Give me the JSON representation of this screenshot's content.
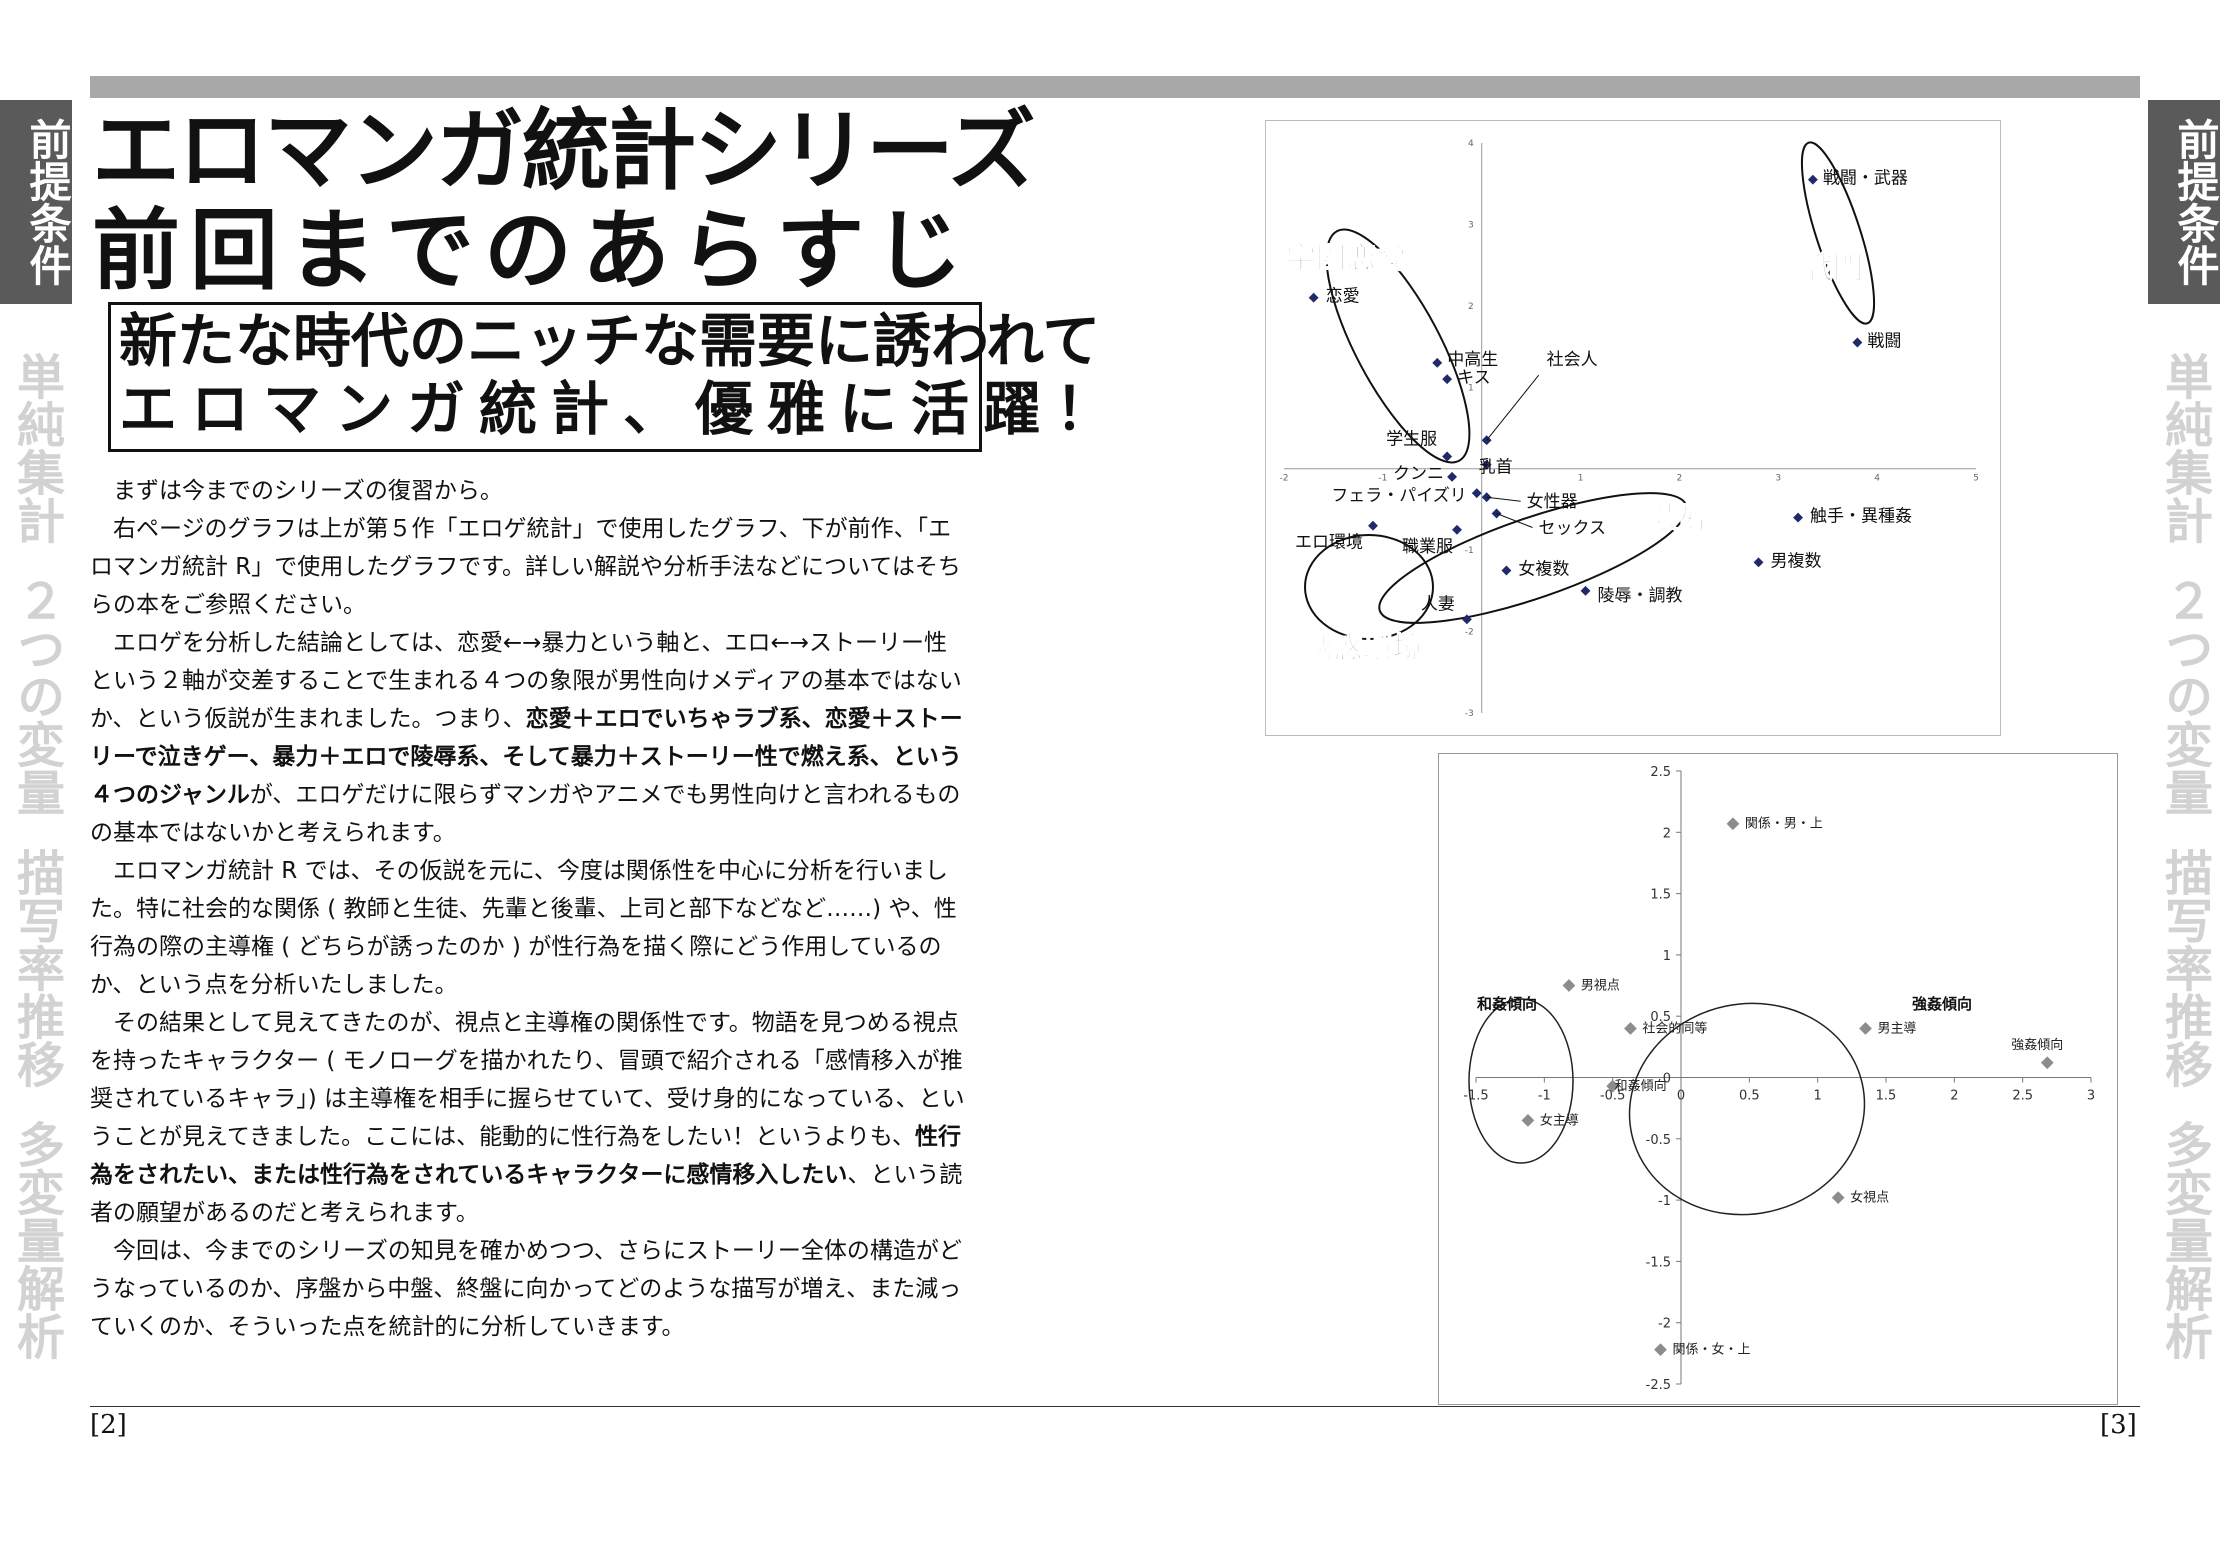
{
  "side_left": {
    "tab": "前提条件",
    "faded": [
      "単純集計",
      "２つの変量",
      "描写率推移",
      "多変量解析"
    ]
  },
  "side_right": {
    "tab": "前提条件",
    "faded": [
      "単純集計",
      "２つの変量",
      "描写率推移",
      "多変量解析"
    ]
  },
  "title": {
    "line1": "エロマンガ統計シリーズ",
    "line2": "前回までのあらすじ"
  },
  "subtitle": {
    "line1": "新たな時代のニッチな需要に誘われて",
    "line2": "エロマンガ統計、優雅に活躍！"
  },
  "body": {
    "p1": "まずは今までのシリーズの復習から。",
    "p2": "右ページのグラフは上が第５作「エロゲ統計」で使用したグラフ、下が前作、「エロマンガ統計 R」で使用したグラフです。詳しい解説や分析手法などについてはそちらの本をご参照ください。",
    "p3a": "エロゲを分析した結論としては、恋愛←→暴力という軸と、エロ←→ストーリー性という２軸が交差することで生まれる４つの象限が男性向けメディアの基本ではないか、という仮説が生まれました。つまり、",
    "p3b": "恋愛＋エロでいちゃラブ系、恋愛＋ストーリーで泣きゲー、暴力＋エロで陵辱系、そして暴力＋ストーリー性で燃え系、という４つのジャンル",
    "p3c": "が、エロゲだけに限らずマンガやアニメでも男性向けと言われるものの基本ではないかと考えられます。",
    "p4": "エロマンガ統計 R では、その仮説を元に、今度は関係性を中心に分析を行いました。特に社会的な関係 ( 教師と生徒、先輩と後輩、上司と部下などなど……) や、性行為の際の主導権 ( どちらが誘ったのか ) が性行為を描く際にどう作用しているのか、という点を分析いたしました。",
    "p5a": "その結果として見えてきたのが、視点と主導権の関係性です。物語を見つめる視点を持ったキャラクター ( モノローグを描かれたり、冒頭で紹介される「感情移入が推奨されているキャラ」) は主導権を相手に握らせていて、受け身的になっている、ということが見えてきました。ここには、能動的に性行為をしたい！というよりも、",
    "p5b": "性行為をされたい、または性行為をされているキャラクターに感情移入したい",
    "p5c": "、という読者の願望があるのだと考えられます。",
    "p6": "今回は、今までのシリーズの知見を確かめつつ、さらにストーリー全体の構造がどうなっているのか、序盤から中盤、終盤に向かってどのような描写が増え、また減っていくのか、そういった点を統計的に分析していきます。"
  },
  "page_numbers": {
    "left": "[2]",
    "right": "[3]"
  },
  "chart_data": [
    {
      "type": "scatter",
      "title": "",
      "xlabel": "",
      "ylabel": "",
      "xlim": [
        -2,
        5
      ],
      "ylim": [
        -3,
        4
      ],
      "x_ticks": [
        "-2",
        "-1",
        "1",
        "2",
        "3",
        "4",
        "5"
      ],
      "y_ticks": [
        "4",
        "3",
        "2",
        "1",
        "-1",
        "-2",
        "-3"
      ],
      "marker_color": "#1f2a6b",
      "points": [
        {
          "label": "戦闘・武器",
          "x": 3.35,
          "y": 3.55
        },
        {
          "label": "戦闘",
          "x": 3.8,
          "y": 1.55
        },
        {
          "label": "恋愛",
          "x": -1.7,
          "y": 2.1
        },
        {
          "label": "中高生",
          "x": -0.45,
          "y": 1.3
        },
        {
          "label": "キス",
          "x": -0.35,
          "y": 1.1
        },
        {
          "label": "社会人",
          "x": 0.05,
          "y": 0.35
        },
        {
          "label": "学生服",
          "x": -0.35,
          "y": 0.15
        },
        {
          "label": "乳首",
          "x": 0.05,
          "y": 0.05
        },
        {
          "label": "クンニ",
          "x": -0.3,
          "y": -0.1
        },
        {
          "label": "フェラ・パイズリ",
          "x": -0.05,
          "y": -0.3
        },
        {
          "label": "女性器",
          "x": 0.05,
          "y": -0.35
        },
        {
          "label": "エロ環境",
          "x": -1.1,
          "y": -0.7
        },
        {
          "label": "職業服",
          "x": -0.25,
          "y": -0.75
        },
        {
          "label": "セックス",
          "x": 0.15,
          "y": -0.55
        },
        {
          "label": "触手・異種姦",
          "x": 3.2,
          "y": -0.6
        },
        {
          "label": "男複数",
          "x": 2.8,
          "y": -1.15
        },
        {
          "label": "女複数",
          "x": 0.25,
          "y": -1.25
        },
        {
          "label": "陵辱・調教",
          "x": 1.05,
          "y": -1.5
        },
        {
          "label": "人妻",
          "x": -0.15,
          "y": -1.85
        }
      ],
      "annotations": [
        "学園恋愛",
        "戦闘",
        "陵辱",
        "誘惑環境"
      ]
    },
    {
      "type": "scatter",
      "title": "",
      "xlabel": "",
      "ylabel": "",
      "xlim": [
        -1.5,
        3
      ],
      "ylim": [
        -2.5,
        2.5
      ],
      "x_ticks": [
        "-1.5",
        "-1",
        "-0.5",
        "0",
        "0.5",
        "1",
        "1.5",
        "2",
        "2.5",
        "3"
      ],
      "y_ticks": [
        "2.5",
        "2",
        "1.5",
        "1",
        "0.5",
        "0",
        "-0.5",
        "-1",
        "-1.5",
        "-2",
        "-2.5"
      ],
      "marker_color": "#8c8c8c",
      "points": [
        {
          "label": "関係・男・上",
          "x": 0.38,
          "y": 2.07
        },
        {
          "label": "男視点",
          "x": -0.82,
          "y": 0.75
        },
        {
          "label": "社会的同等",
          "x": -0.37,
          "y": 0.4
        },
        {
          "label": "和姦傾向",
          "x": -0.5,
          "y": -0.07
        },
        {
          "label": "女主導",
          "x": -1.12,
          "y": -0.35
        },
        {
          "label": "男主導",
          "x": 1.35,
          "y": 0.4
        },
        {
          "label": "強姦傾向",
          "x": 2.68,
          "y": 0.12
        },
        {
          "label": "女視点",
          "x": 1.15,
          "y": -0.98
        },
        {
          "label": "関係・女・上",
          "x": -0.15,
          "y": -2.22
        }
      ],
      "annotations": [
        "和姦傾向",
        "強姦傾向"
      ]
    }
  ]
}
